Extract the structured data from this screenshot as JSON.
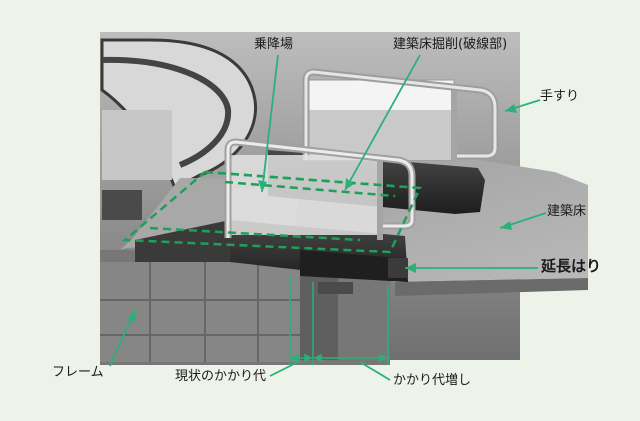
{
  "labels": {
    "landing": "乗降場",
    "floor_excavation": "建築床掘削(破線部)",
    "handrail": "手すり",
    "building_floor": "建築床",
    "extended_beam": "延長はり",
    "frame": "フレーム",
    "current_overhang": "現状のかかり代",
    "overhang_increase": "かかり代増し"
  },
  "colors": {
    "background": "#eef3ea",
    "leader": "#2bb07a",
    "dashed_outline": "#1fa05a"
  }
}
